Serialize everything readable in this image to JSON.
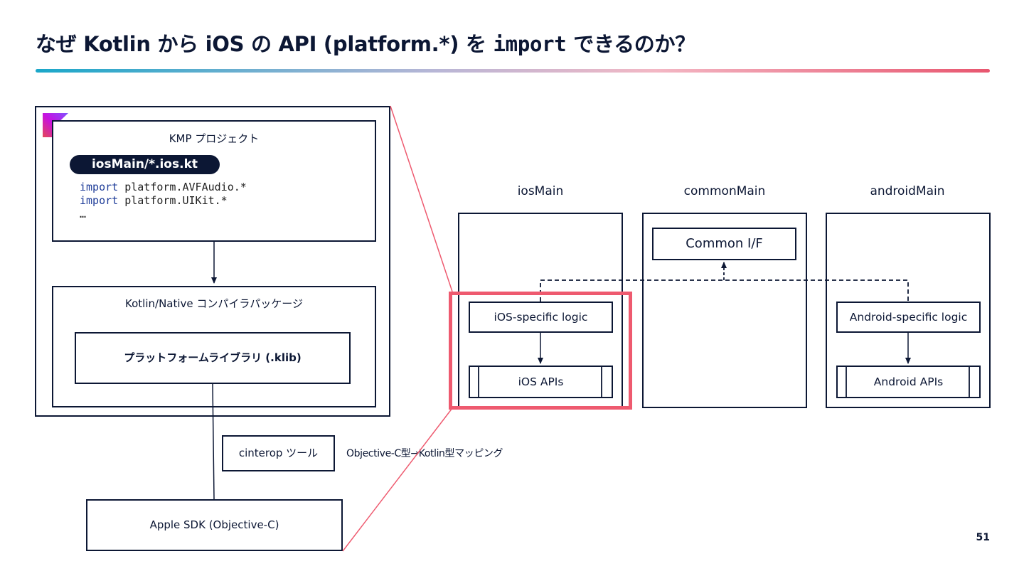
{
  "title": {
    "prefix": "なぜ Kotlin から iOS の API (platform.*) を ",
    "mono": "import",
    "suffix": " できるのか？"
  },
  "kmp_project": {
    "label": "KMP プロジェクト",
    "file_pill": "iosMain/*.ios.kt",
    "code": {
      "line1_kw": "import",
      "line1_rest": " platform.AVFAudio.*",
      "line2_kw": "import",
      "line2_rest": " platform.UIKit.*",
      "line3": "…"
    }
  },
  "compiler_package": {
    "label": "Kotlin/Native コンパイラパッケージ",
    "platform_library": "プラットフォームライブラリ (.klib)"
  },
  "cinterop": {
    "tool_label": "cinterop ツール",
    "mapping_label": "Objective-C型→Kotlin型マッピング"
  },
  "apple_sdk": {
    "label": "Apple SDK (Objective-C)"
  },
  "columns": {
    "ios": {
      "title": "iosMain",
      "logic": "iOS-specific logic",
      "apis": "iOS APIs"
    },
    "common": {
      "title": "commonMain",
      "interface": "Common I/F"
    },
    "android": {
      "title": "androidMain",
      "logic": "Android-specific logic",
      "apis": "Android APIs"
    }
  },
  "colors": {
    "ink": "#0c1734",
    "highlight": "#ee5a6f",
    "kotlin_logo": "#7f52ff"
  },
  "icons": {
    "logo": "kotlin-logo-icon"
  },
  "page_number": "51"
}
